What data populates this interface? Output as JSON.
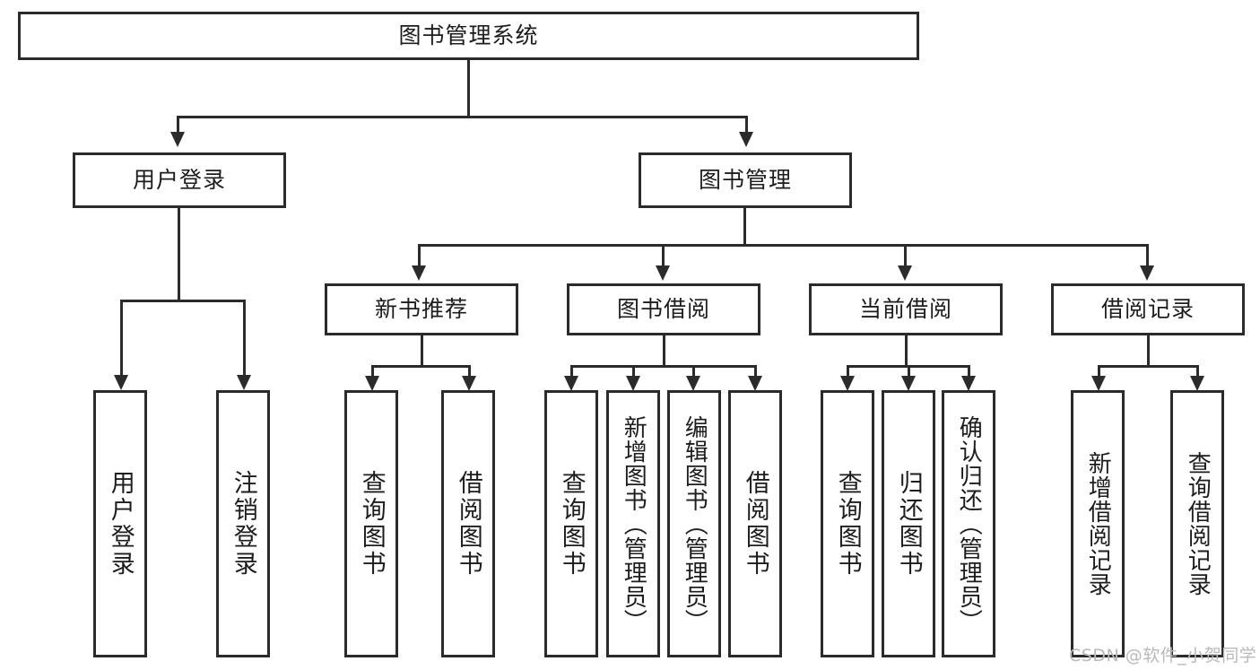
{
  "diagram": {
    "title": "图书管理系统",
    "type": "tree-hierarchy-chart",
    "watermark": "CSDN @软件_小贺同学"
  },
  "nodes": {
    "root": {
      "label": "图书管理系统"
    },
    "level2": [
      {
        "label": "用户登录"
      },
      {
        "label": "图书管理"
      }
    ],
    "level3": [
      {
        "label": "新书推荐"
      },
      {
        "label": "图书借阅"
      },
      {
        "label": "当前借阅"
      },
      {
        "label": "借阅记录"
      }
    ],
    "leaves": {
      "user_login": [
        {
          "label": "用户登录"
        },
        {
          "label": "注销登录"
        }
      ],
      "new_book": [
        {
          "label": "查询图书"
        },
        {
          "label": "借阅图书"
        }
      ],
      "book_borrow": [
        {
          "label": "查询图书"
        },
        {
          "label": "新增图书（管理员）"
        },
        {
          "label": "编辑图书（管理员）"
        },
        {
          "label": "借阅图书"
        }
      ],
      "current_borrow": [
        {
          "label": "查询图书"
        },
        {
          "label": "归还图书"
        },
        {
          "label": "确认归还（管理员）"
        }
      ],
      "borrow_record": [
        {
          "label": "新增借阅记录"
        },
        {
          "label": "查询借阅记录"
        }
      ]
    }
  },
  "colors": {
    "stroke": "#2b2b2b",
    "fill": "#ffffff",
    "text": "#1d1d1d",
    "watermark": "#b9b9b9"
  }
}
